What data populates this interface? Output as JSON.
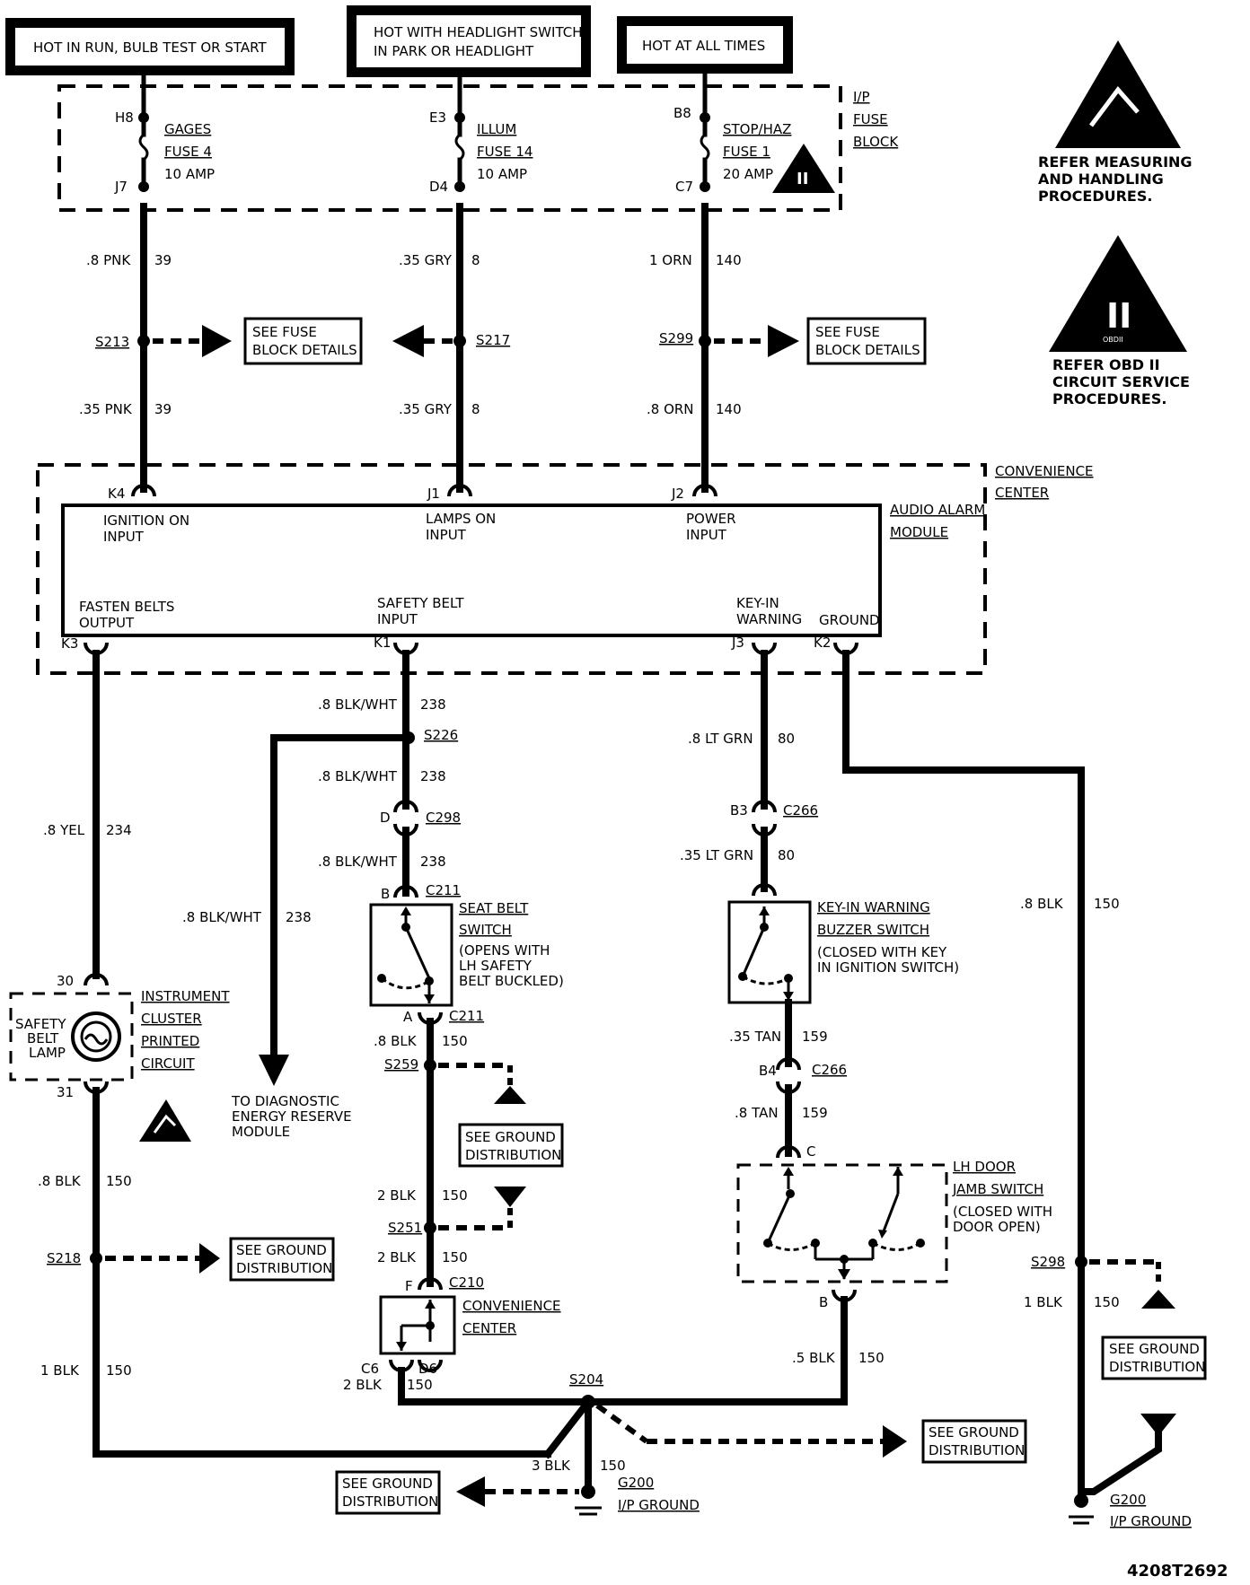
{
  "power_sources": {
    "run": "HOT IN RUN, BULB TEST OR START",
    "headlight_line1": "HOT WITH HEADLIGHT SWITCH",
    "headlight_line2": "IN PARK OR HEADLIGHT",
    "always": "HOT AT ALL TIMES"
  },
  "fuse_block": {
    "label_l1": "I/P",
    "label_l2": "FUSE",
    "label_l3": "BLOCK",
    "fuses": [
      {
        "top": "H8",
        "bottom": "J7",
        "name": "GAGES",
        "fuse": "FUSE 4",
        "amp": "10 AMP"
      },
      {
        "top": "E3",
        "bottom": "D4",
        "name": "ILLUM",
        "fuse": "FUSE 14",
        "amp": "10 AMP"
      },
      {
        "top": "B8",
        "bottom": "C7",
        "name": "STOP/HAZ",
        "fuse": "FUSE 1",
        "amp": "20 AMP"
      }
    ]
  },
  "notes": {
    "esd_l1": "REFER MEASURING",
    "esd_l2": "AND HANDLING",
    "esd_l3": "PROCEDURES.",
    "obd_l1": "REFER OBD II",
    "obd_l2": "CIRCUIT SERVICE",
    "obd_l3": "PROCEDURES.",
    "obd_mark": "II",
    "obd_small": "OBDII"
  },
  "wires_upper": [
    {
      "size": ".8 PNK",
      "num": "39",
      "splice": "S213",
      "size2": ".35 PNK",
      "num2": "39"
    },
    {
      "size": ".35 GRY",
      "num": "8",
      "splice": "S217",
      "size2": ".35 GRY",
      "num2": "8"
    },
    {
      "size": "1 ORN",
      "num": "140",
      "splice": "S299",
      "size2": ".8 ORN",
      "num2": "140"
    }
  ],
  "fuse_details": {
    "l1": "SEE FUSE",
    "l2": "BLOCK DETAILS"
  },
  "convenience_center": {
    "l1": "CONVENIENCE",
    "l2": "CENTER"
  },
  "module": {
    "l1": "AUDIO ALARM",
    "l2": "MODULE",
    "inputs": [
      {
        "pin": "K4",
        "l1": "IGNITION ON",
        "l2": "INPUT"
      },
      {
        "pin": "J1",
        "l1": "LAMPS ON",
        "l2": "INPUT"
      },
      {
        "pin": "J2",
        "l1": "POWER",
        "l2": "INPUT"
      }
    ],
    "outputs": [
      {
        "pin": "K3",
        "l1": "FASTEN BELTS",
        "l2": "OUTPUT"
      },
      {
        "pin": "K1",
        "l1": "SAFETY BELT",
        "l2": "INPUT"
      },
      {
        "pin": "J3",
        "l1": "KEY-IN",
        "l2": "WARNING"
      },
      {
        "pin": "K2",
        "l1": "GROUND",
        "l2": ""
      }
    ]
  },
  "left_branch": {
    "wire1_size": ".8 YEL",
    "wire1_num": "234",
    "pin_top": "30",
    "pin_bottom": "31",
    "lamp_l1": "SAFETY",
    "lamp_l2": "BELT",
    "lamp_l3": "LAMP",
    "cluster_l1": "INSTRUMENT",
    "cluster_l2": "CLUSTER",
    "cluster_l3": "PRINTED",
    "cluster_l4": "CIRCUIT",
    "wire2_size": ".8 BLK",
    "wire2_num": "150",
    "splice": "S218",
    "wire3_size": "1 BLK",
    "wire3_num": "150"
  },
  "diag_branch": {
    "wire_size": ".8 BLK/WHT",
    "wire_num": "238",
    "dest_l1": "TO DIAGNOSTIC",
    "dest_l2": "ENERGY RESERVE",
    "dest_l3": "MODULE"
  },
  "belt_branch": {
    "wire1_size": ".8 BLK/WHT",
    "wire1_num": "238",
    "splice": "S226",
    "wire2_size": ".8 BLK/WHT",
    "wire2_num": "238",
    "conn1_pin": "D",
    "conn1": "C298",
    "wire3_size": ".8 BLK/WHT",
    "wire3_num": "238",
    "conn2_pin": "B",
    "conn2": "C211",
    "switch_l1": "SEAT BELT",
    "switch_l2": "SWITCH",
    "switch_l3": "(OPENS WITH",
    "switch_l4": "LH SAFETY",
    "switch_l5": "BELT BUCKLED)",
    "conn3_pin": "A",
    "conn3": "C211",
    "wire4_size": ".8 BLK",
    "wire4_num": "150",
    "splice2": "S259",
    "wire5_size": "2 BLK",
    "wire5_num": "150",
    "splice3": "S251",
    "wire6_size": "2 BLK",
    "wire6_num": "150",
    "conn4_pin": "F",
    "conn4": "C210",
    "cc_l1": "CONVENIENCE",
    "cc_l2": "CENTER",
    "pin_c6": "C6",
    "pin_d6": "D6",
    "wire7_size": "2 BLK",
    "wire7_num": "150"
  },
  "key_branch": {
    "wire1_size": ".8 LT GRN",
    "wire1_num": "80",
    "conn1_pin": "B3",
    "conn1": "C266",
    "wire2_size": ".35 LT GRN",
    "wire2_num": "80",
    "switch_l1": "KEY-IN WARNING",
    "switch_l2": "BUZZER SWITCH",
    "switch_l3": "(CLOSED WITH KEY",
    "switch_l4": "IN IGNITION SWITCH)",
    "wire3_size": ".35 TAN",
    "wire3_num": "159",
    "conn2_pin": "B4",
    "conn2": "C266",
    "wire4_size": ".8 TAN",
    "wire4_num": "159",
    "door_pin_top": "C",
    "door_pin_bottom": "B",
    "door_l1": "LH DOOR",
    "door_l2": "JAMB SWITCH",
    "door_l3": "(CLOSED WITH",
    "door_l4": "DOOR OPEN)",
    "wire5_size": ".5 BLK",
    "wire5_num": "150"
  },
  "ground_branch": {
    "wire1_size": ".8 BLK",
    "wire1_num": "150",
    "splice": "S298",
    "wire2_size": "1 BLK",
    "wire2_num": "150",
    "ground": "G200",
    "ground_label": "I/P GROUND"
  },
  "bottom": {
    "splice": "S204",
    "wire_size": "3 BLK",
    "wire_num": "150",
    "ground": "G200",
    "ground_label": "I/P GROUND"
  },
  "ground_dist": {
    "l1": "SEE GROUND",
    "l2": "DISTRIBUTION"
  },
  "figure_id": "4208T2692"
}
